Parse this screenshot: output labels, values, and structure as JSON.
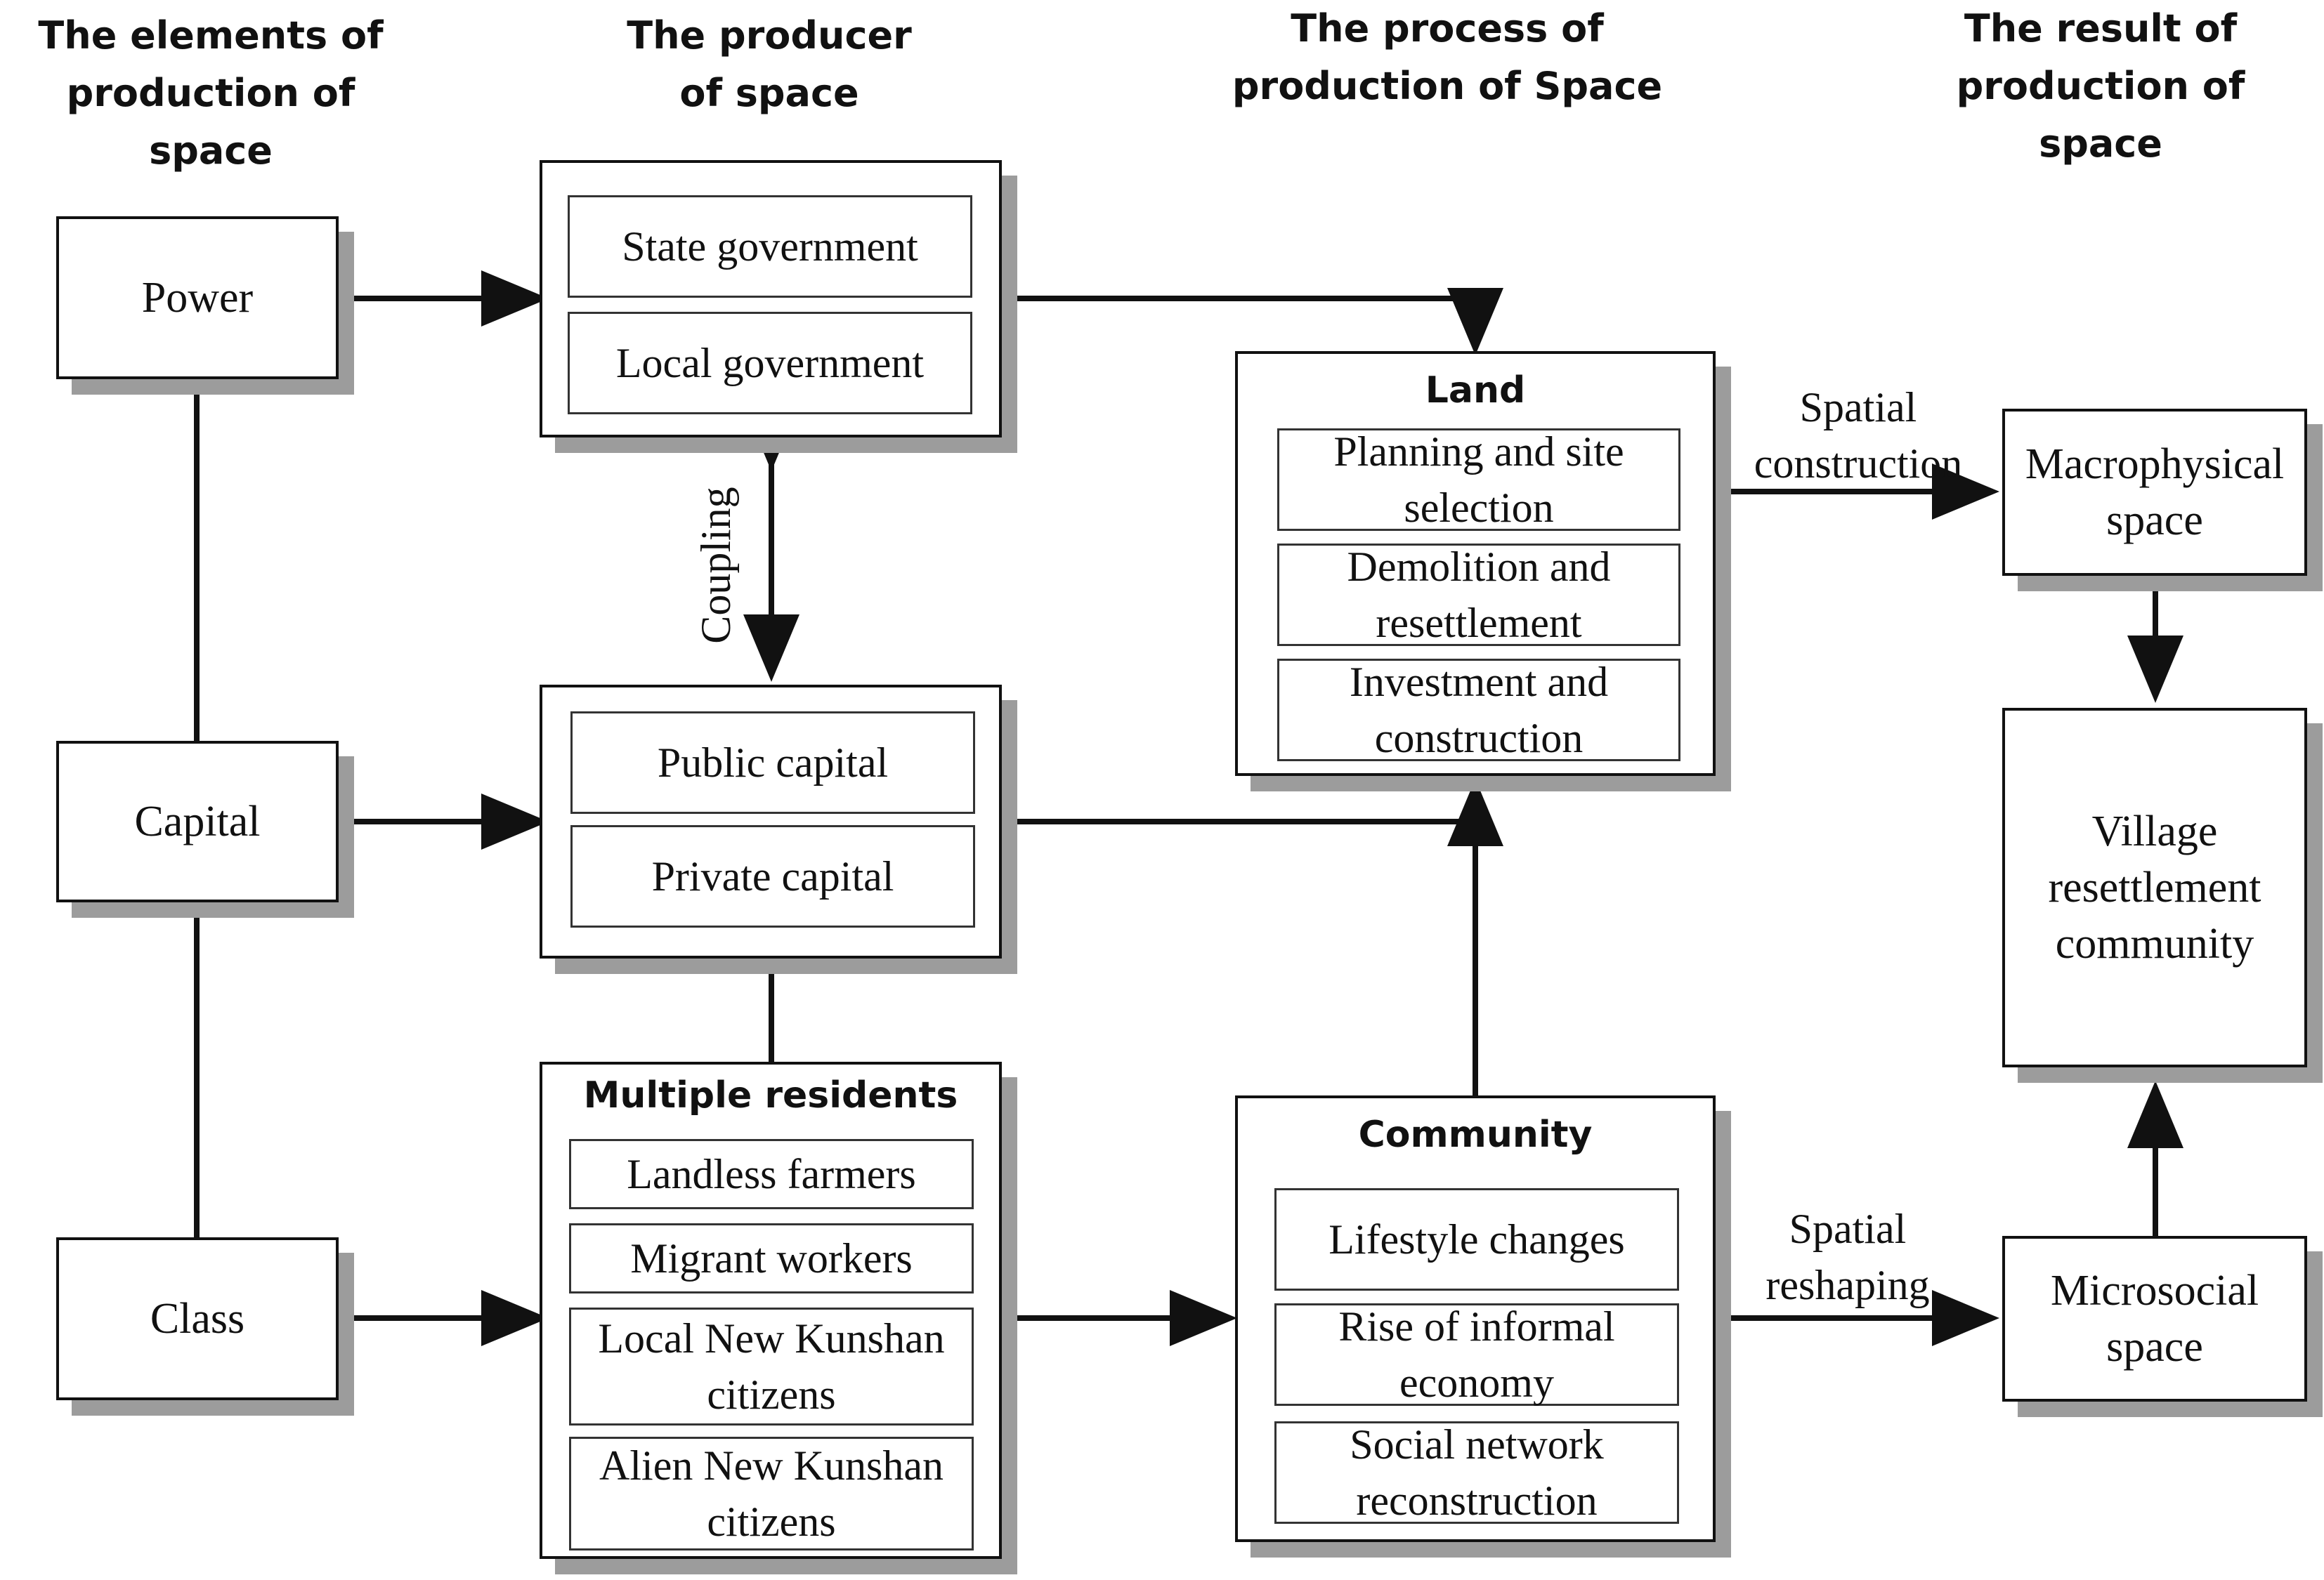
{
  "headers": {
    "elements": "The elements of production of space",
    "producer": "The producer of space",
    "process": "The process of production of Space",
    "result": "The result of production of space"
  },
  "elements": {
    "power": "Power",
    "capital": "Capital",
    "class": "Class"
  },
  "government": {
    "state": "State government",
    "local": "Local government"
  },
  "capital_box": {
    "public": "Public capital",
    "private": "Private capital"
  },
  "coupling": "Coupling",
  "residents": {
    "title": "Multiple residents",
    "items": [
      "Landless farmers",
      "Migrant workers",
      "Local New Kunshan citizens",
      "Alien New Kunshan citizens"
    ]
  },
  "land": {
    "title": "Land",
    "items": [
      "Planning and site selection",
      "Demolition and resettlement",
      "Investment and construction"
    ]
  },
  "community": {
    "title": "Community",
    "items": [
      "Lifestyle changes",
      "Rise of informal economy",
      "Social network reconstruction"
    ]
  },
  "edges": {
    "spatial_construction": "Spatial construction",
    "spatial_reshaping": "Spatial reshaping"
  },
  "results": {
    "macro": "Macrophysical space",
    "village": "Village resettlement community",
    "micro": "Microsocial space"
  }
}
